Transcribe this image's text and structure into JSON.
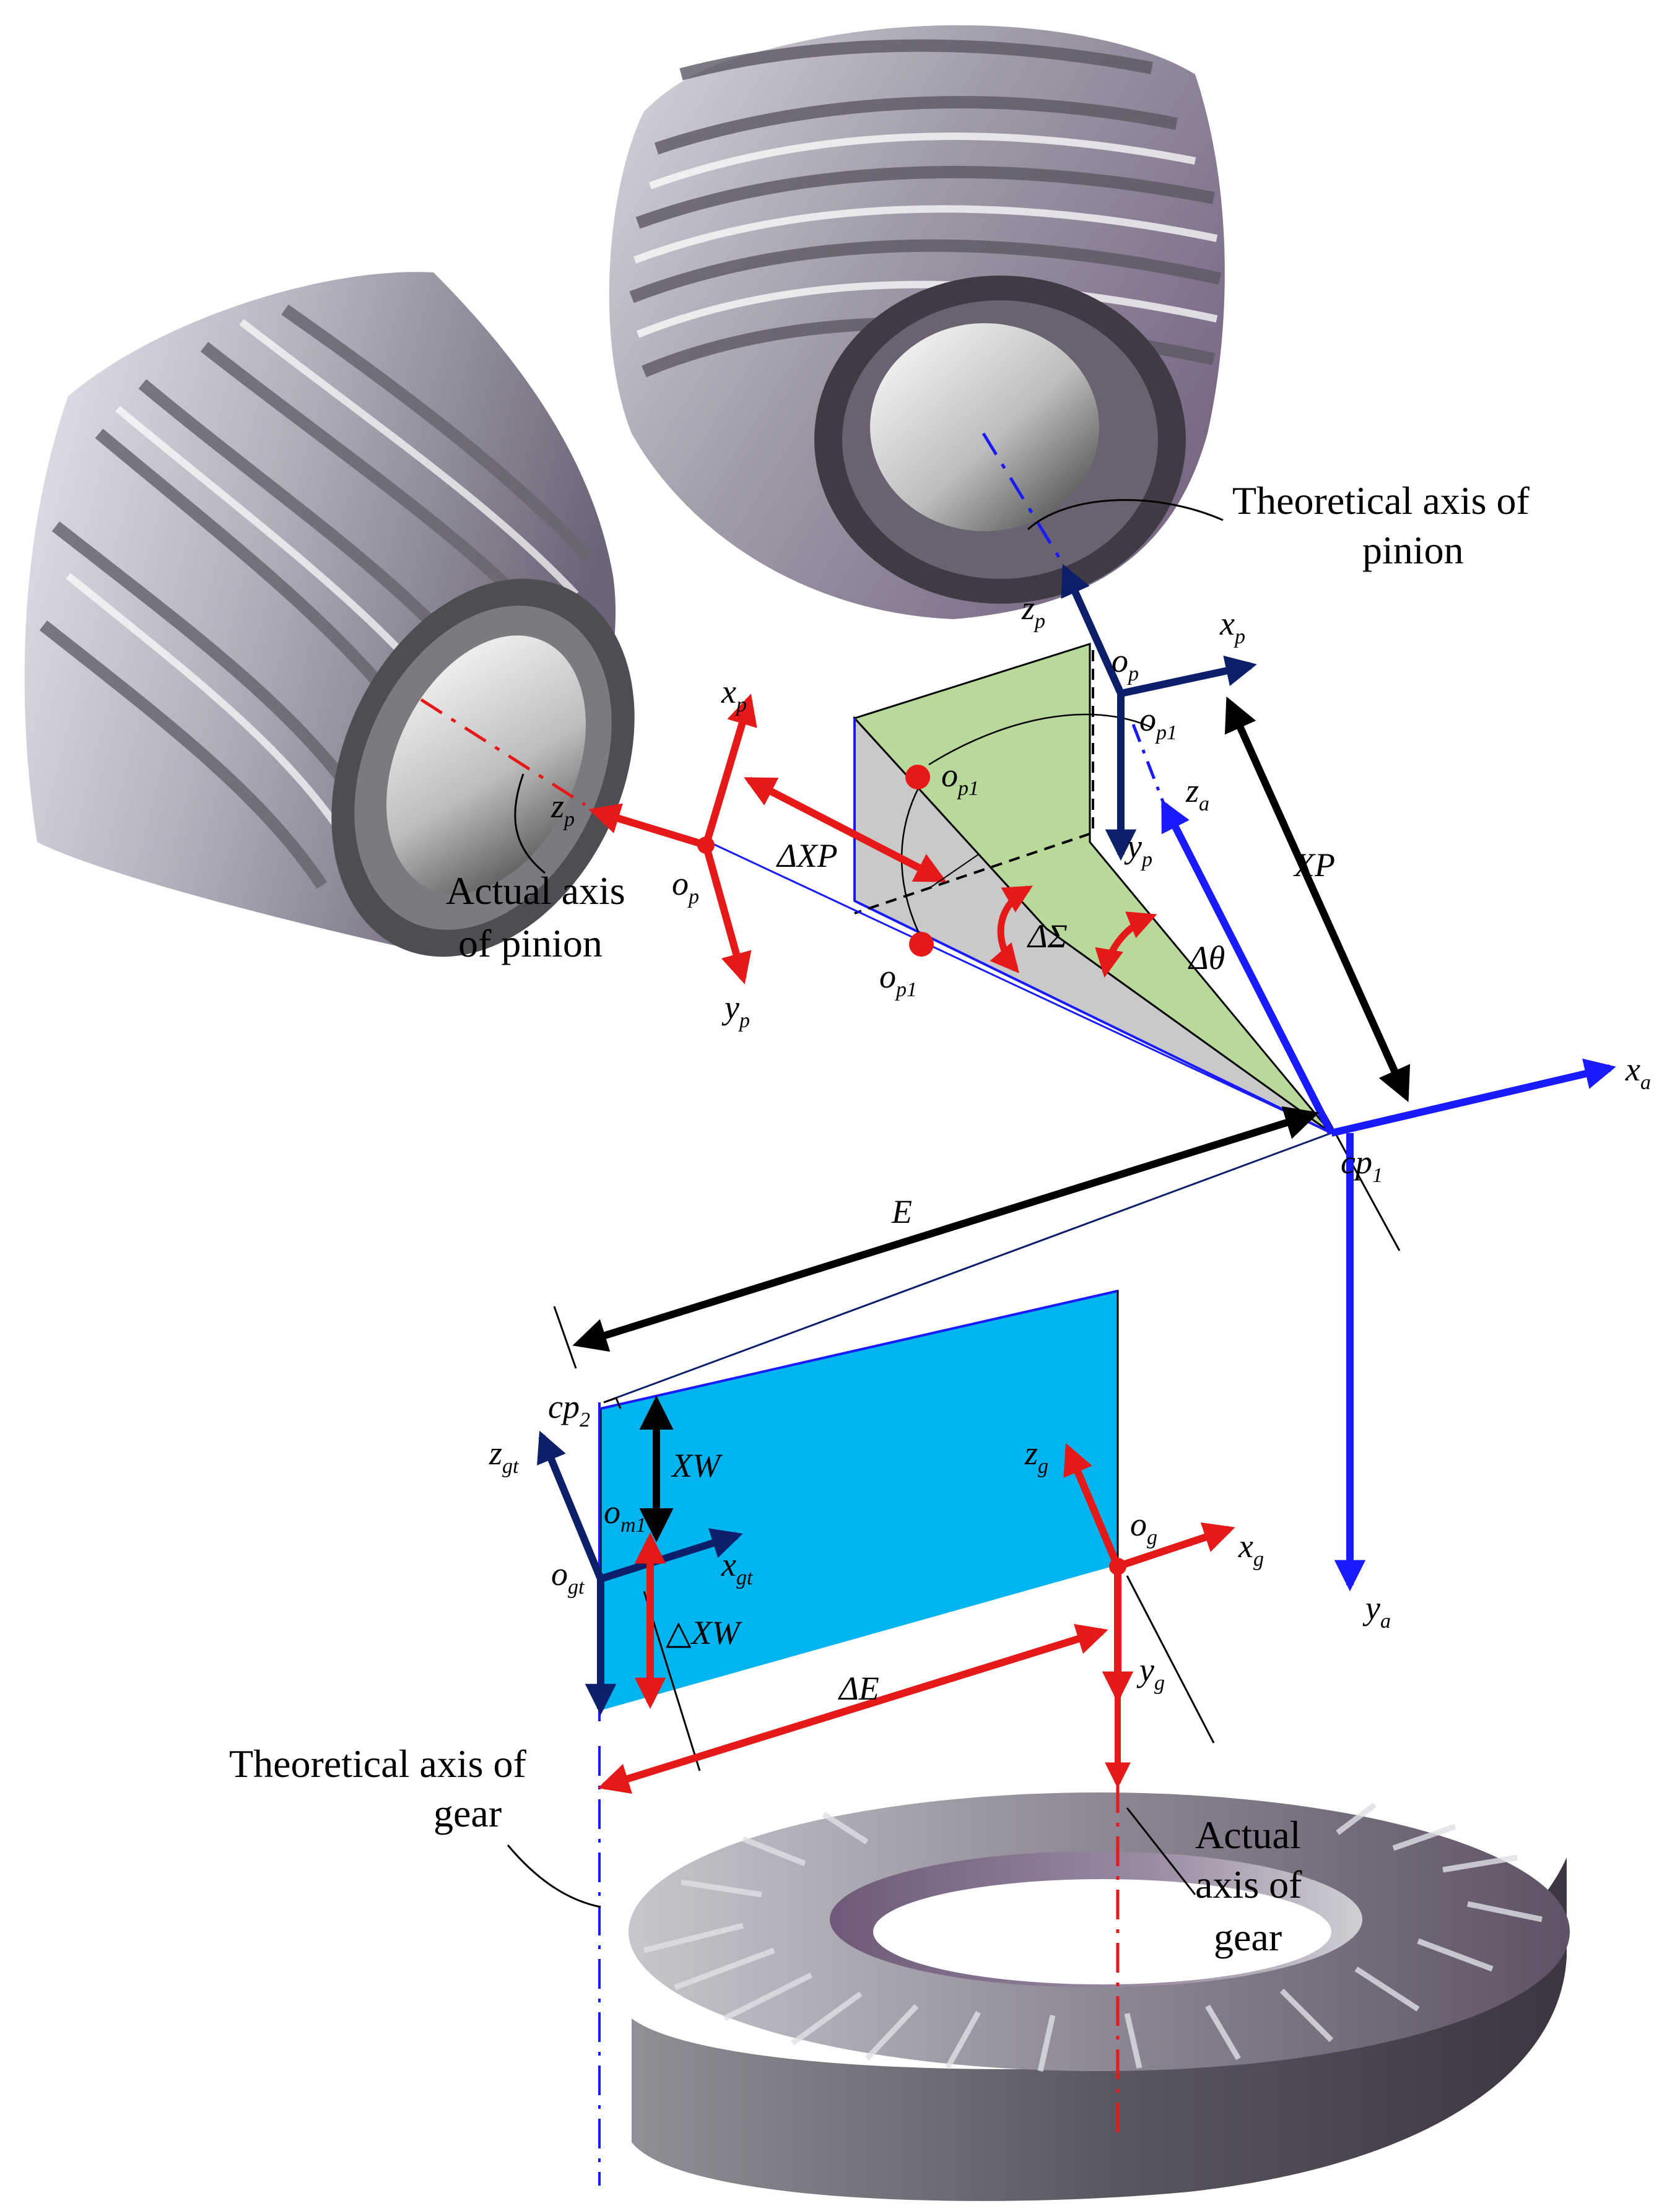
{
  "captions": {
    "theoretical_pinion_1": "Theoretical axis of",
    "theoretical_pinion_2": "pinion",
    "actual_pinion_1": "Actual axis",
    "actual_pinion_2": "of pinion",
    "theoretical_gear_1": "Theoretical axis of",
    "theoretical_gear_2": "gear",
    "actual_gear_1": "Actual",
    "actual_gear_2": "axis of",
    "actual_gear_3": "gear"
  },
  "labels": {
    "zp_top": "z",
    "zp_top_sub": "p",
    "xp_top": "x",
    "xp_top_sub": "p",
    "op_top": "o",
    "op_top_sub": "p",
    "op1_top": "o",
    "op1_top_sub": "p1",
    "yp_top": "y",
    "yp_top_sub": "p",
    "za": "z",
    "za_sub": "a",
    "xa": "x",
    "xa_sub": "a",
    "ya": "y",
    "ya_sub": "a",
    "cp1": "cp",
    "cp1_sub": "1",
    "xp_left": "x",
    "xp_left_sub": "p",
    "zp_left": "z",
    "zp_left_sub": "p",
    "op_left": "o",
    "op_left_sub": "p",
    "yp_left": "y",
    "yp_left_sub": "p",
    "op1_mid": "o",
    "op1_mid_sub": "p1",
    "op1_low": "o",
    "op1_low_sub": "p1",
    "dxp": "ΔXP",
    "dsigma": "ΔΣ",
    "dtheta": "Δθ",
    "xp_dim": "XP",
    "e_dim": "E",
    "cp2": "cp",
    "cp2_sub": "2",
    "xw": "XW",
    "dxw": "△XW",
    "de": "ΔE",
    "zgt": "z",
    "zgt_sub": "gt",
    "xgt": "x",
    "xgt_sub": "gt",
    "ogt": "o",
    "ogt_sub": "gt",
    "om1": "o",
    "om1_sub": "m1",
    "zg": "z",
    "zg_sub": "g",
    "xg": "x",
    "xg_sub": "g",
    "og": "o",
    "og_sub": "g",
    "yg": "y",
    "yg_sub": "g"
  },
  "colors": {
    "red": "#e61919",
    "blue": "#1a1aff",
    "navy": "#0d1f6b",
    "black": "#000000",
    "green_face": "#b9d99a",
    "grey_face": "#c9c9c9",
    "cyan_face": "#00b4f0"
  },
  "icons": {
    "pinion_actual": "spiral-bevel-pinion",
    "pinion_theoretical": "spiral-bevel-pinion",
    "gear": "spiral-bevel-ring-gear"
  }
}
